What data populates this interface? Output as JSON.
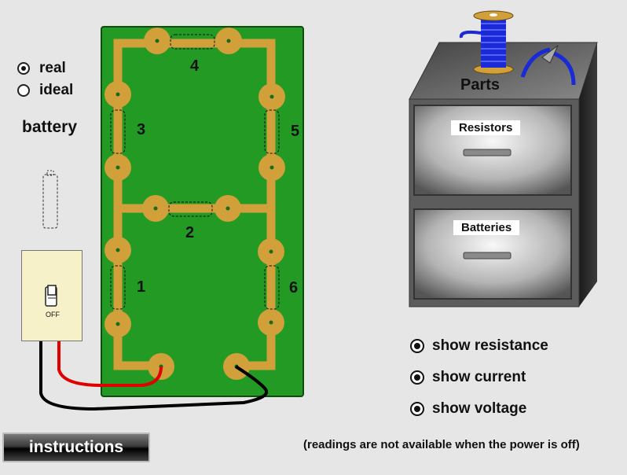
{
  "battery_mode": {
    "options": [
      {
        "label": "real",
        "selected": true
      },
      {
        "label": "ideal",
        "selected": false
      }
    ]
  },
  "battery_label": "battery",
  "switch": {
    "state_label": "OFF"
  },
  "board": {
    "slots": [
      "1",
      "2",
      "3",
      "4",
      "5",
      "6"
    ]
  },
  "parts": {
    "title": "Parts",
    "drawers": [
      {
        "label": "Resistors"
      },
      {
        "label": "Batteries"
      }
    ]
  },
  "display_options": [
    {
      "label": "show resistance",
      "selected": true
    },
    {
      "label": "show current",
      "selected": true
    },
    {
      "label": "show voltage",
      "selected": true
    }
  ],
  "instructions_button": "instructions",
  "note": "(readings are not available when the power is off)",
  "colors": {
    "board": "#239a23",
    "trace": "#d2a03a",
    "cabinet": "#555555",
    "switch_plate": "#f6f1c8"
  }
}
